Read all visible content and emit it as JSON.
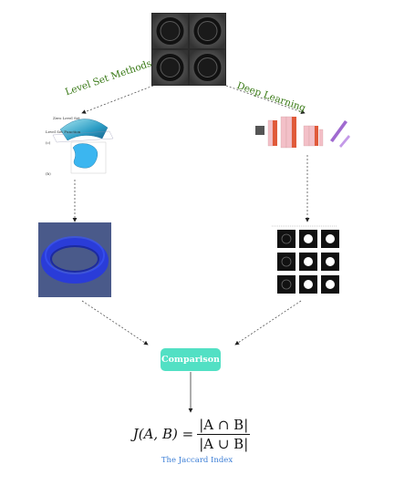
{
  "labels": {
    "level_set": "Level Set Methods",
    "deep_learning": "Deep Learning",
    "comparison": "Comparison",
    "caption": "The Jaccard Index"
  },
  "formula": {
    "lhs": "J(A, B) =",
    "numerator": "|A ∩ B|",
    "denominator": "|A ∪ B|"
  },
  "level_set_panel": {
    "zero_level_set": "Zero Level Set",
    "level_set_function": "Level Set Function",
    "label_c": "(c)",
    "label_b": "(b)"
  },
  "colors": {
    "label_green": "#3a7a17",
    "comparison_box": "#52e0c4",
    "caption_blue": "#3d7fd6",
    "ring_background": "#4a5a8a",
    "ring_blue": "#2a3cd8"
  }
}
